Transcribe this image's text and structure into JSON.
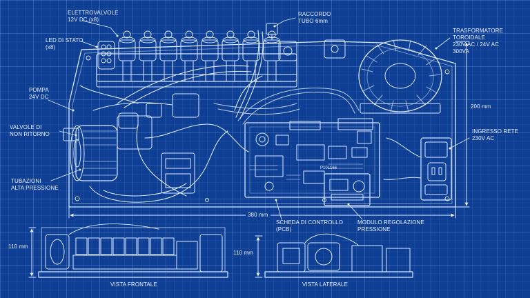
{
  "labels": {
    "solenoid_valves": [
      "ELETTROVALVOLE",
      "12V DC (x8)"
    ],
    "status_leds": [
      "LED DI STATO",
      "(x8)"
    ],
    "tube_fitting": [
      "RACCORDO",
      "TUBO 6mm"
    ],
    "toroidal_transformer": [
      "TRASFORMATORE",
      "TOROIDALE",
      "230V AC / 24V AC",
      "300VA"
    ],
    "pump": [
      "POMPA",
      "24V DC"
    ],
    "check_valves": [
      "VALVOLE DI",
      "NON RITORNO"
    ],
    "power_inlet": [
      "INGRESSO RETE",
      "230V AC"
    ],
    "high_pressure_tubing": [
      "TUBAZIONI",
      "ALTA PRESSIONE"
    ],
    "control_board": [
      "SCHEDA DI CONTROLLO",
      "(PCB)"
    ],
    "pressure_module": [
      "MODULO REGOLAZIONE",
      "PRESSIONE"
    ],
    "pcb_marking": "P10L166"
  },
  "dimensions": {
    "width": "380 mm",
    "depth": "200 mm",
    "front_height": "110 mm",
    "side_height": "110 mm"
  },
  "views": {
    "front": "VISTA FRONTALE",
    "side": "VISTA LATERALE"
  },
  "colors": {
    "background": "#0f3f94",
    "line": "#dbe9ff",
    "text": "#e8f1ff"
  }
}
